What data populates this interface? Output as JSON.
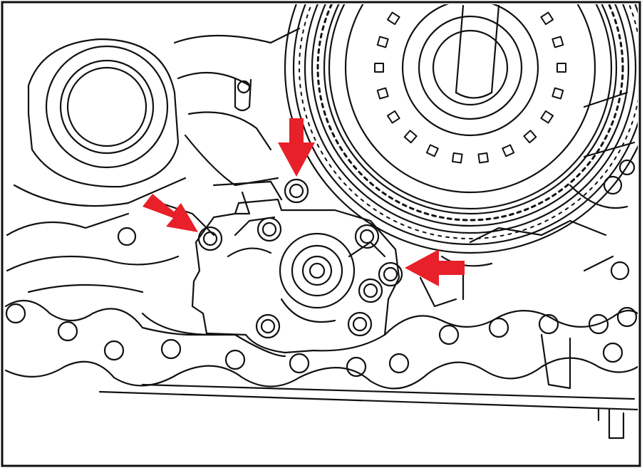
{
  "figure": {
    "kind": "line-drawing",
    "subject": "transmission-oil-pump-bolts",
    "colors": {
      "line": "#111111",
      "background": "#ffffff",
      "arrow": "#e8202a"
    },
    "arrows": [
      {
        "id": "arrow-top",
        "points_to": "bolt-top",
        "direction": "down"
      },
      {
        "id": "arrow-left",
        "points_to": "bolt-left",
        "direction": "down-right"
      },
      {
        "id": "arrow-right",
        "points_to": "bolt-right",
        "direction": "left"
      }
    ]
  }
}
